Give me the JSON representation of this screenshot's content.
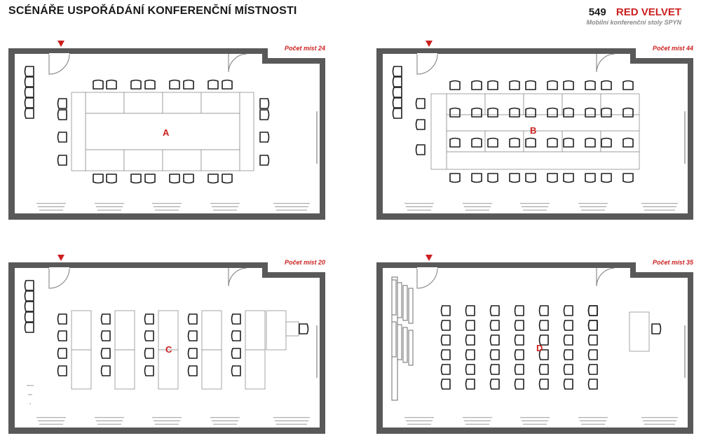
{
  "header": {
    "title": "SCÉNÁŘE USPOŘÁDÁNÍ KONFERENČNÍ MÍSTNOSTI",
    "room_number": "549",
    "room_name": "RED VELVET",
    "subtitle": "Mobilní konferenční stoly SPYN"
  },
  "colors": {
    "wall": "#595959",
    "furniture": "#8f8f8f",
    "chair": "#1e1e1e",
    "accent": "#cc1f1f"
  },
  "icons": {
    "entrance": "entrance-arrow-icon",
    "door": "door-swing-icon",
    "chair": "chair-icon"
  },
  "layouts": [
    {
      "id": "A",
      "letter": "A",
      "capacity_label": "Počet míst 24"
    },
    {
      "id": "B",
      "letter": "B",
      "capacity_label": "Počet míst 44"
    },
    {
      "id": "C",
      "letter": "C",
      "capacity_label": "Počet míst 20"
    },
    {
      "id": "D",
      "letter": "D",
      "capacity_label": "Počet míst 35"
    }
  ]
}
